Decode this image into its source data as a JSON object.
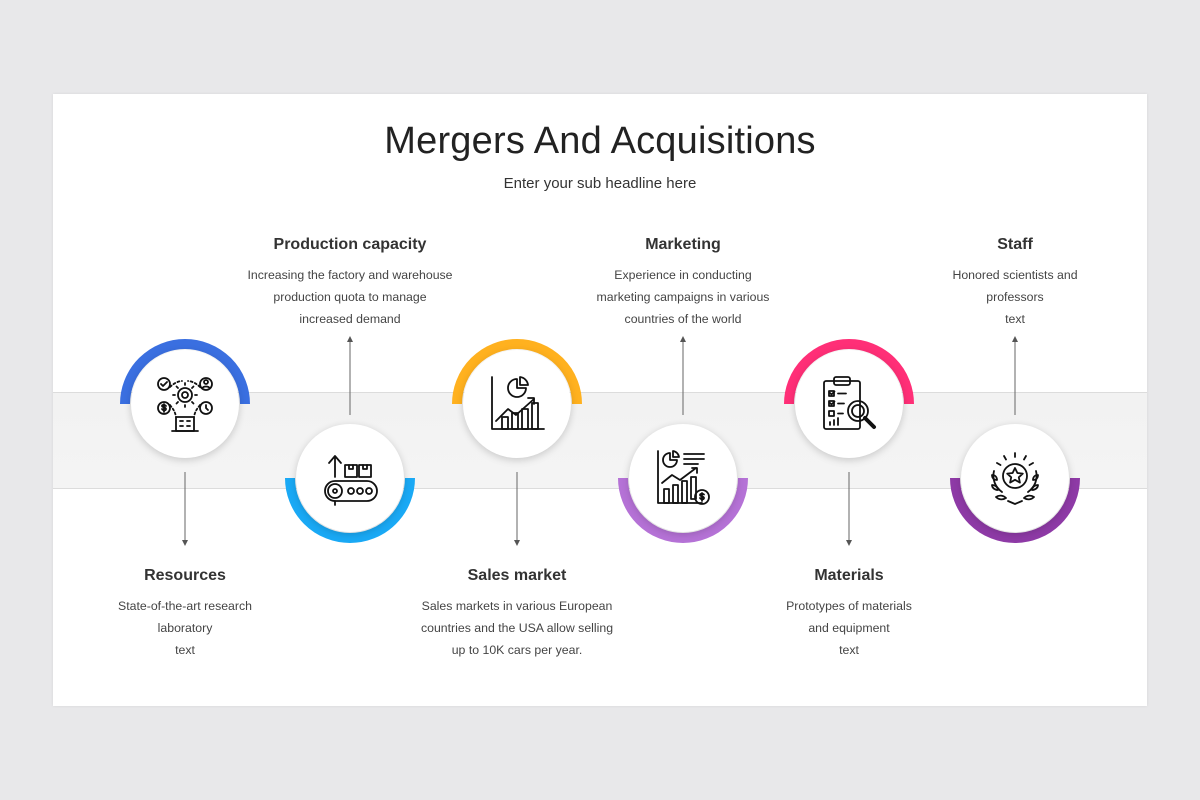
{
  "slide": {
    "title": "Mergers And Acquisitions",
    "subtitle": "Enter your sub headline here"
  },
  "steps": [
    {
      "label": "Resources",
      "desc": [
        "State-of-the-art  research",
        "laboratory",
        "text"
      ],
      "color_start": "#3a6fe0",
      "color_end": "#2f5bd3",
      "icon": "resources-network-icon"
    },
    {
      "label": "Production capacity",
      "desc": [
        "Increasing the factory and warehouse",
        "production quota to manage",
        "increased demand"
      ],
      "color_start": "#1aa9f5",
      "color_end": "#0d8fe6",
      "icon": "conveyor-production-icon"
    },
    {
      "label": "Sales market",
      "desc": [
        "Sales markets in various European",
        "countries and the USA allow selling",
        "up to 10K cars per year."
      ],
      "color_start": "#ffb11f",
      "color_end": "#f59a0a",
      "icon": "growth-chart-icon"
    },
    {
      "label": "Marketing",
      "desc": [
        "Experience in conducting",
        "marketing campaigns in various",
        "countries of the world"
      ],
      "color_start": "#b572d6",
      "color_end": "#9a4fc4",
      "icon": "marketing-analytics-icon"
    },
    {
      "label": "Materials",
      "desc": [
        "Prototypes  of materials",
        "and equipment",
        "text"
      ],
      "color_start": "#ff2f77",
      "color_end": "#e0145e",
      "icon": "clipboard-search-icon"
    },
    {
      "label": "Staff",
      "desc": [
        "Honored scientists  and",
        "professors",
        "text"
      ],
      "color_start": "#8e3aa6",
      "color_end": "#6f2a8f",
      "icon": "award-star-icon"
    }
  ]
}
